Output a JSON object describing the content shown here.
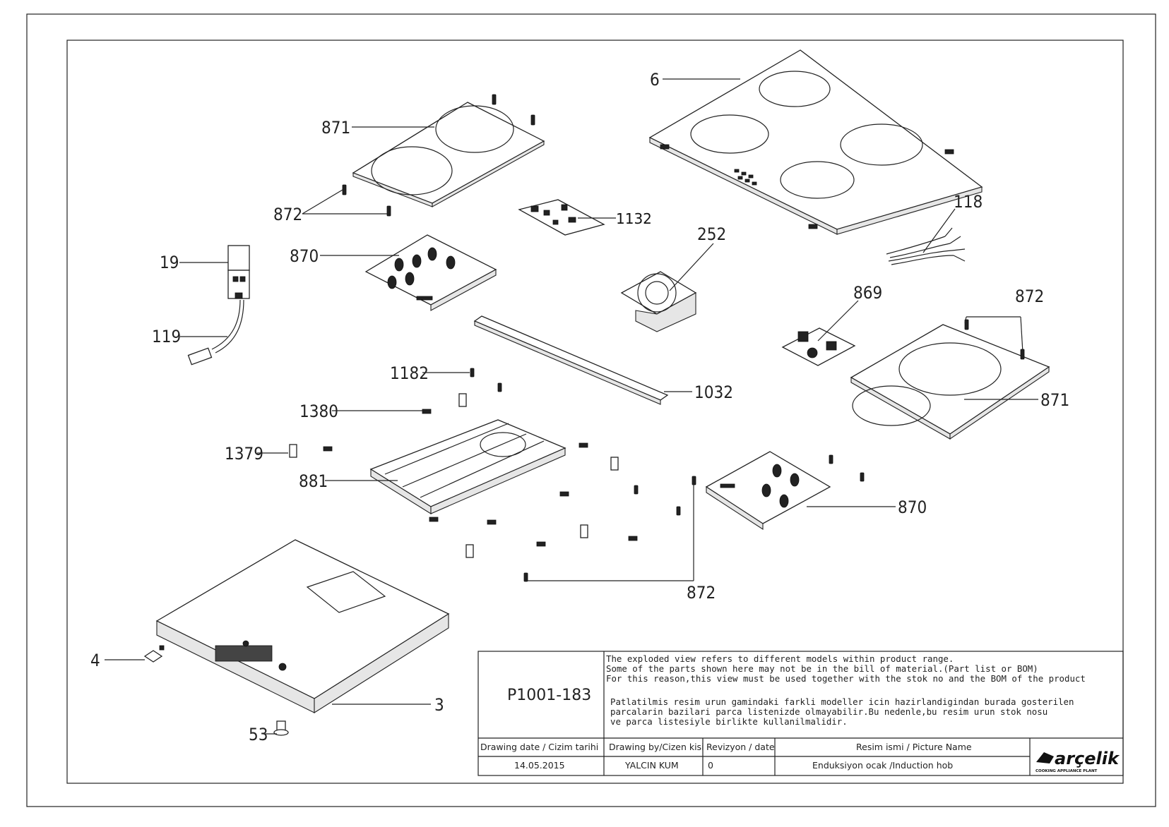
{
  "part_labels": [
    {
      "id": "6",
      "text": "6"
    },
    {
      "id": "871a",
      "text": "871"
    },
    {
      "id": "872a",
      "text": "872"
    },
    {
      "id": "1132",
      "text": "1132"
    },
    {
      "id": "252",
      "text": "252"
    },
    {
      "id": "118",
      "text": "118"
    },
    {
      "id": "19",
      "text": "19"
    },
    {
      "id": "870a",
      "text": "870"
    },
    {
      "id": "119",
      "text": "119"
    },
    {
      "id": "869",
      "text": "869"
    },
    {
      "id": "872b",
      "text": "872"
    },
    {
      "id": "871b",
      "text": "871"
    },
    {
      "id": "1182",
      "text": "1182"
    },
    {
      "id": "1032",
      "text": "1032"
    },
    {
      "id": "1380",
      "text": "1380"
    },
    {
      "id": "1379",
      "text": "1379"
    },
    {
      "id": "881",
      "text": "881"
    },
    {
      "id": "870b",
      "text": "870"
    },
    {
      "id": "872c",
      "text": "872"
    },
    {
      "id": "4",
      "text": "4"
    },
    {
      "id": "3",
      "text": "3"
    },
    {
      "id": "53",
      "text": "53"
    }
  ],
  "title_block": {
    "code": "P1001-183",
    "notes": [
      "The exploded view refers to different models within product range.",
      "Some of the parts shown here may not be in the bill of material.(Part list or BOM)",
      "For this reason,this view must be used together with the stok no and the BOM of the product",
      "Patlatilmis resim urun gamindaki farkli modeller icin hazirlandigindan burada gosterilen",
      "parcalarin bazilari parca listenizde olmayabilir.Bu nedenle,bu resim urun stok nosu",
      " ve parca listesiyle birlikte kullanilmalidir."
    ],
    "headers": {
      "date": "Drawing date / Cizim tarihi",
      "drawn_by": "Drawing by/Cizen kisi",
      "revision": "Revizyon / date",
      "picture_name": "Resim ismi / Picture Name"
    },
    "values": {
      "date": "14.05.2015",
      "drawn_by": "YALCIN KUM",
      "revision": "0",
      "picture_name": "Enduksiyon ocak /Induction hob"
    },
    "logo": {
      "brand": "arçelik",
      "tagline": "COOKING APPLIANCE PLANT"
    }
  }
}
